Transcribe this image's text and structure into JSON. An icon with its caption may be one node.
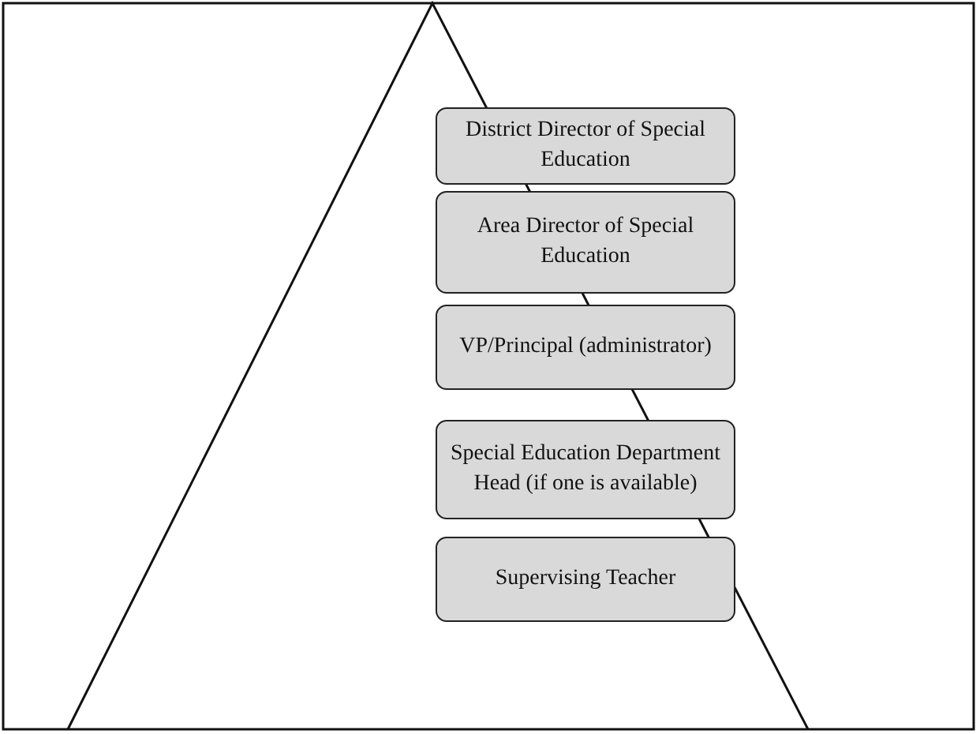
{
  "diagram": {
    "nodes": [
      {
        "text": [
          "District Director of Special Education"
        ]
      },
      {
        "text": [
          "Area Director of Special Education"
        ]
      },
      {
        "text": [
          "VP/Principal (administrator)"
        ]
      },
      {
        "text": [
          "Special Education Department Head (if one is available)"
        ]
      },
      {
        "text": [
          "Supervising Teacher"
        ]
      }
    ]
  }
}
